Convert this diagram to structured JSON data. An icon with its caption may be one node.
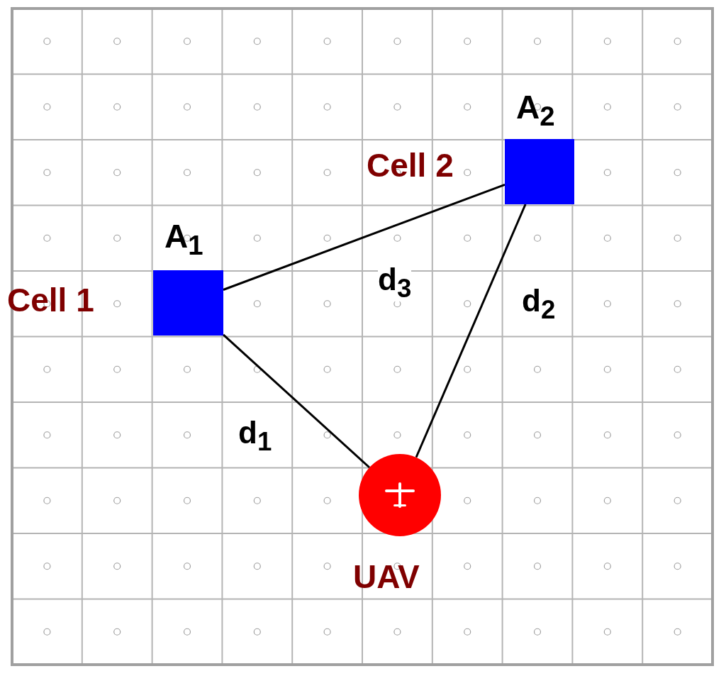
{
  "diagram": {
    "nodes": [
      {
        "text": [
          "A$_{1}$"
        ],
        "beside": [
          "Cell 1"
        ]
      },
      {
        "text": [
          "A$_{2}$"
        ],
        "beside": [
          "Cell 2"
        ]
      },
      {
        "text": [
          "UAV"
        ]
      }
    ],
    "edges": [
      {
        "from": 0,
        "to": 2,
        "arrow": "none",
        "label": "d$_{1}$"
      },
      {
        "from": 1,
        "to": 2,
        "arrow": "none",
        "label": "d$_{2}$"
      },
      {
        "from": 0,
        "to": 1,
        "arrow": "none",
        "label": "d$_{3}$"
      }
    ]
  }
}
